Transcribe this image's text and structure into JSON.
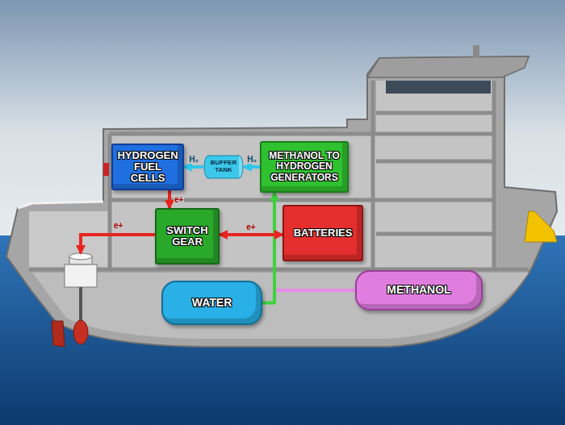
{
  "diagram": {
    "nodes": [
      {
        "text": [
          "HYDROGEN FUEL CELLS"
        ]
      },
      {
        "text": [
          "BUFFER TANK"
        ]
      },
      {
        "text": [
          "METHANOL TO HYDROGEN GENERATORS"
        ]
      },
      {
        "text": [
          "SWITCH GEAR"
        ]
      },
      {
        "text": [
          "BATTERIES"
        ]
      },
      {
        "text": [
          "WATER"
        ]
      },
      {
        "text": [
          "METHANOL"
        ]
      }
    ],
    "edges": [
      {
        "from": 1,
        "to": 0,
        "arrow": "to",
        "label": "H₂"
      },
      {
        "from": 2,
        "to": 1,
        "arrow": "to",
        "label": "H₂"
      },
      {
        "from": 0,
        "to": 3,
        "arrow": "to",
        "label": "e+"
      },
      {
        "from": 3,
        "to": 4,
        "arrow": "both",
        "label": "e+"
      },
      {
        "from": 5,
        "to": 2,
        "arrow": "to"
      },
      {
        "from": 6,
        "to": 2,
        "arrow": "to"
      }
    ],
    "labels": [
      "e+"
    ]
  }
}
